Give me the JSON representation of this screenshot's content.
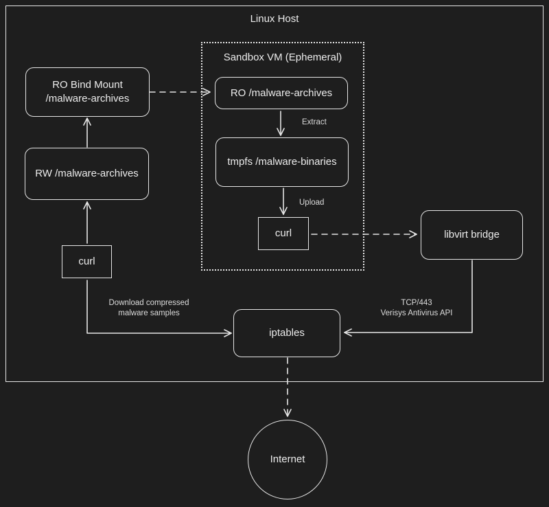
{
  "frames": {
    "host": "Linux Host",
    "sandbox": "Sandbox VM (Ephemeral)"
  },
  "nodes": {
    "ro_bind_mount": "RO Bind Mount\n/malware-archives",
    "rw_archives": "RW /malware-archives",
    "host_curl": "curl",
    "vm_ro_archives": "RO /malware-archives",
    "tmpfs_binaries": "tmpfs /malware-binaries",
    "vm_curl": "curl",
    "libvirt_bridge": "libvirt bridge",
    "iptables": "iptables",
    "internet": "Internet"
  },
  "edge_labels": {
    "extract": "Extract",
    "upload": "Upload",
    "download": "Download compressed\nmalware samples",
    "verisys": "TCP/443\nVerisys Antivirus API"
  },
  "colors": {
    "background": "#1e1e1e",
    "stroke": "#e6e6e6"
  }
}
